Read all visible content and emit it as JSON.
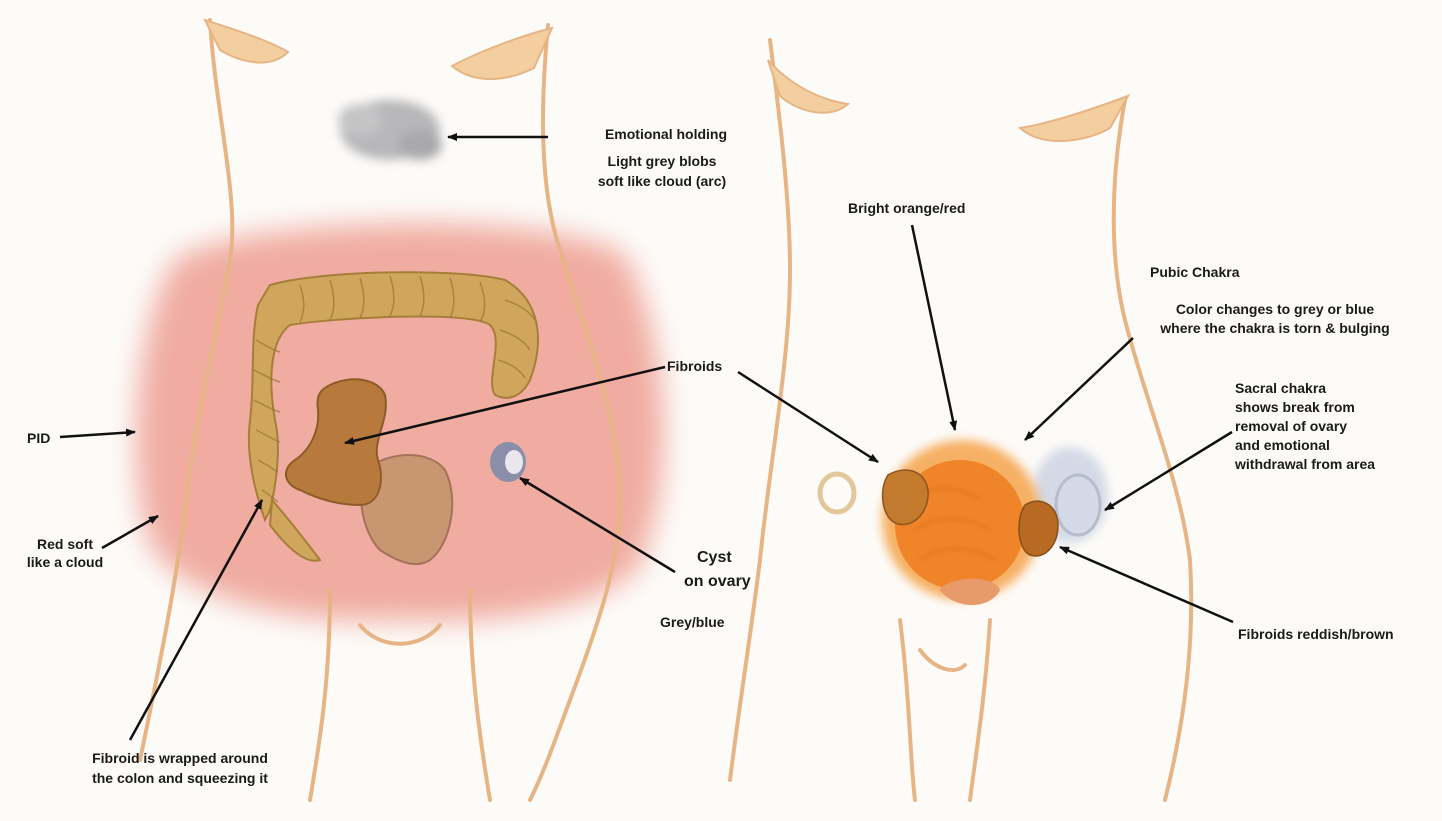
{
  "figure": {
    "left_panel": {
      "labels": {
        "emotional_holding": "Emotional holding",
        "light_grey_blobs": "Light grey blobs",
        "soft_like_cloud": "soft like cloud (arc)",
        "fibroids": "Fibroids",
        "pid": "PID",
        "red_soft_line1": "Red soft",
        "red_soft_line2": "like a cloud",
        "cyst_line1": "Cyst",
        "cyst_line2": "on ovary",
        "grey_blue": "Grey/blue",
        "fibroid_wrapped_line1": "Fibroid is wrapped around",
        "fibroid_wrapped_line2": "the colon and squeezing it"
      }
    },
    "right_panel": {
      "labels": {
        "bright_orange_red": "Bright orange/red",
        "pubic_chakra": "Pubic Chakra",
        "color_changes_line1": "Color changes to grey or blue",
        "color_changes_line2": "where the chakra is torn & bulging",
        "sacral_line1": "Sacral chakra",
        "sacral_line2": "shows break from",
        "sacral_line3": "removal of ovary",
        "sacral_line4": "and emotional",
        "sacral_line5": "withdrawal from area",
        "fibroids_reddish_brown": "Fibroids reddish/brown"
      }
    },
    "colors": {
      "skin_outline": "#e8b887",
      "red_aura": "#e88a7e",
      "colon": "#c9a25a",
      "fibroid": "#b07a3e",
      "orange_chakra": "#f08a2a",
      "grey_blue_chakra": "#cfd6e2",
      "grey_cloud": "#b9b9bb",
      "arrow": "#111111"
    }
  }
}
